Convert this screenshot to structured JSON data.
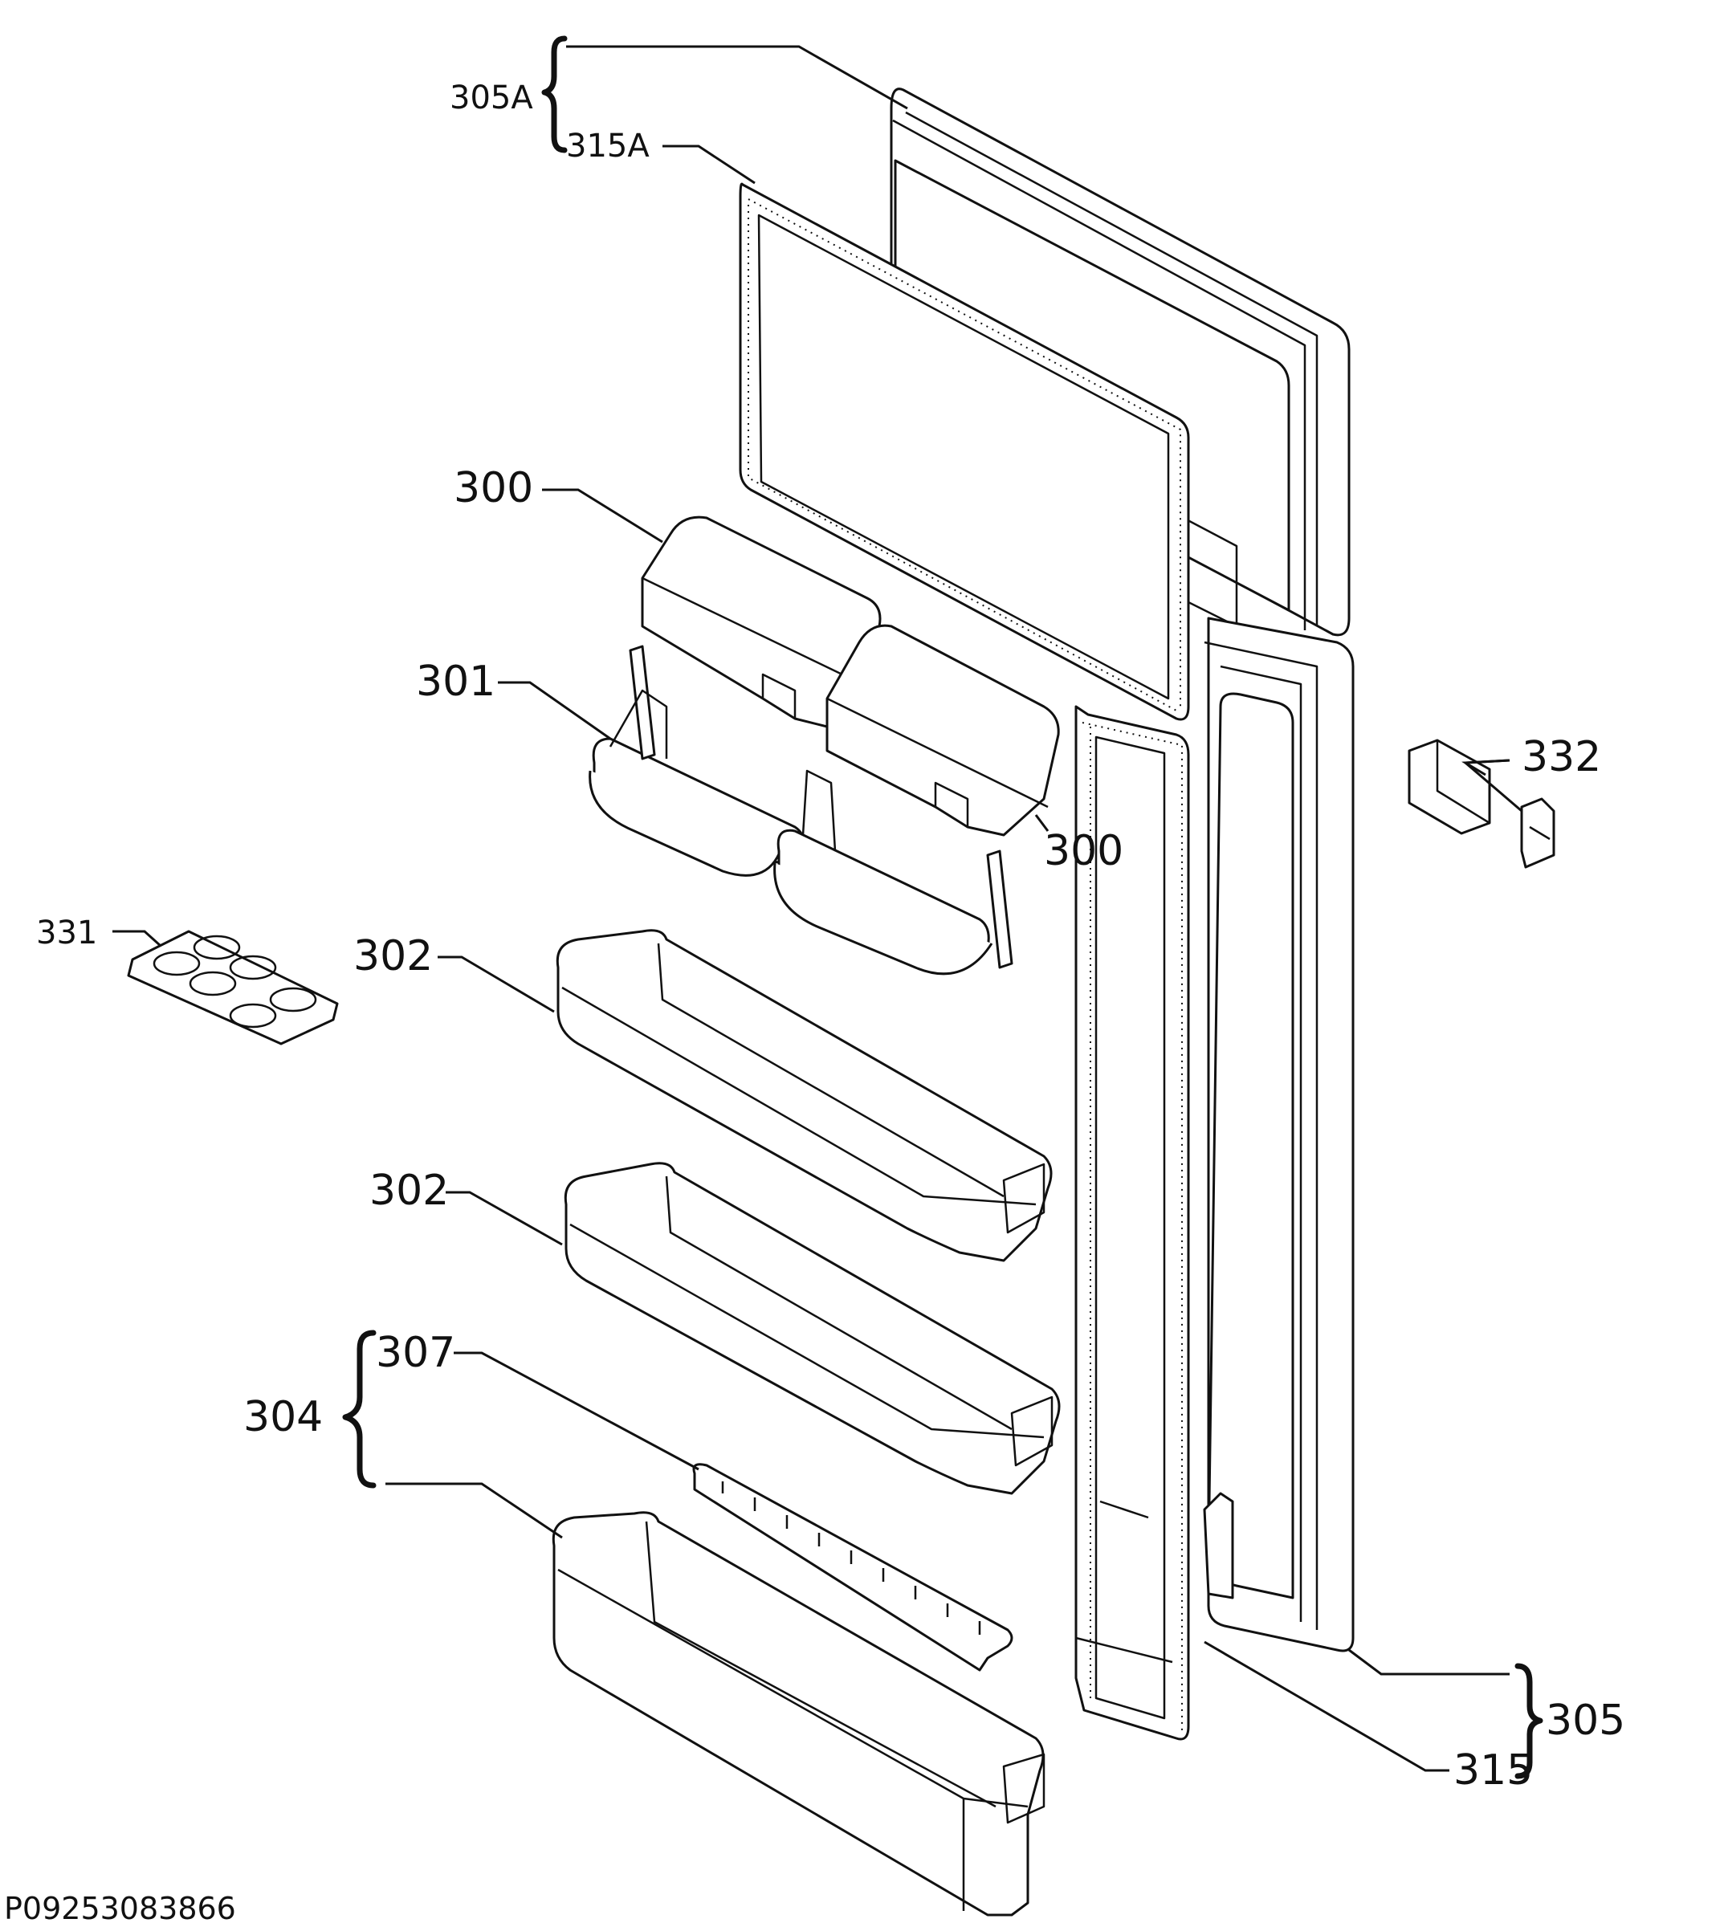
{
  "diagram": {
    "labels": {
      "l305a": "305A",
      "l315a": "315A",
      "l300top": "300",
      "l300bot": "300",
      "l301": "301",
      "l332": "332",
      "l331": "331",
      "l302a": "302",
      "l302b": "302",
      "l307": "307",
      "l304": "304",
      "l305": "305",
      "l315": "315"
    },
    "code": "P09253083866"
  }
}
